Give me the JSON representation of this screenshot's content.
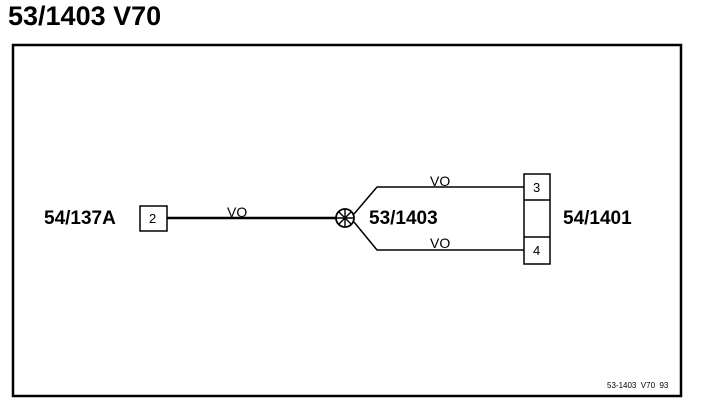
{
  "page": {
    "title": "53/1403 V70"
  },
  "diagram": {
    "left_connector": {
      "label": "54/137A",
      "pin": "2"
    },
    "splice": {
      "label": "53/1403"
    },
    "right_connector": {
      "label": "54/1401",
      "pins": [
        "3",
        "4"
      ]
    },
    "wires": [
      {
        "label": "VO",
        "from": "54/137A pin 2",
        "to": "53/1403"
      },
      {
        "label": "VO",
        "from": "53/1403",
        "to": "54/1401 pin 3"
      },
      {
        "label": "VO",
        "from": "53/1403",
        "to": "54/1401 pin 4"
      }
    ],
    "reference": "53-1403  V70  93"
  }
}
